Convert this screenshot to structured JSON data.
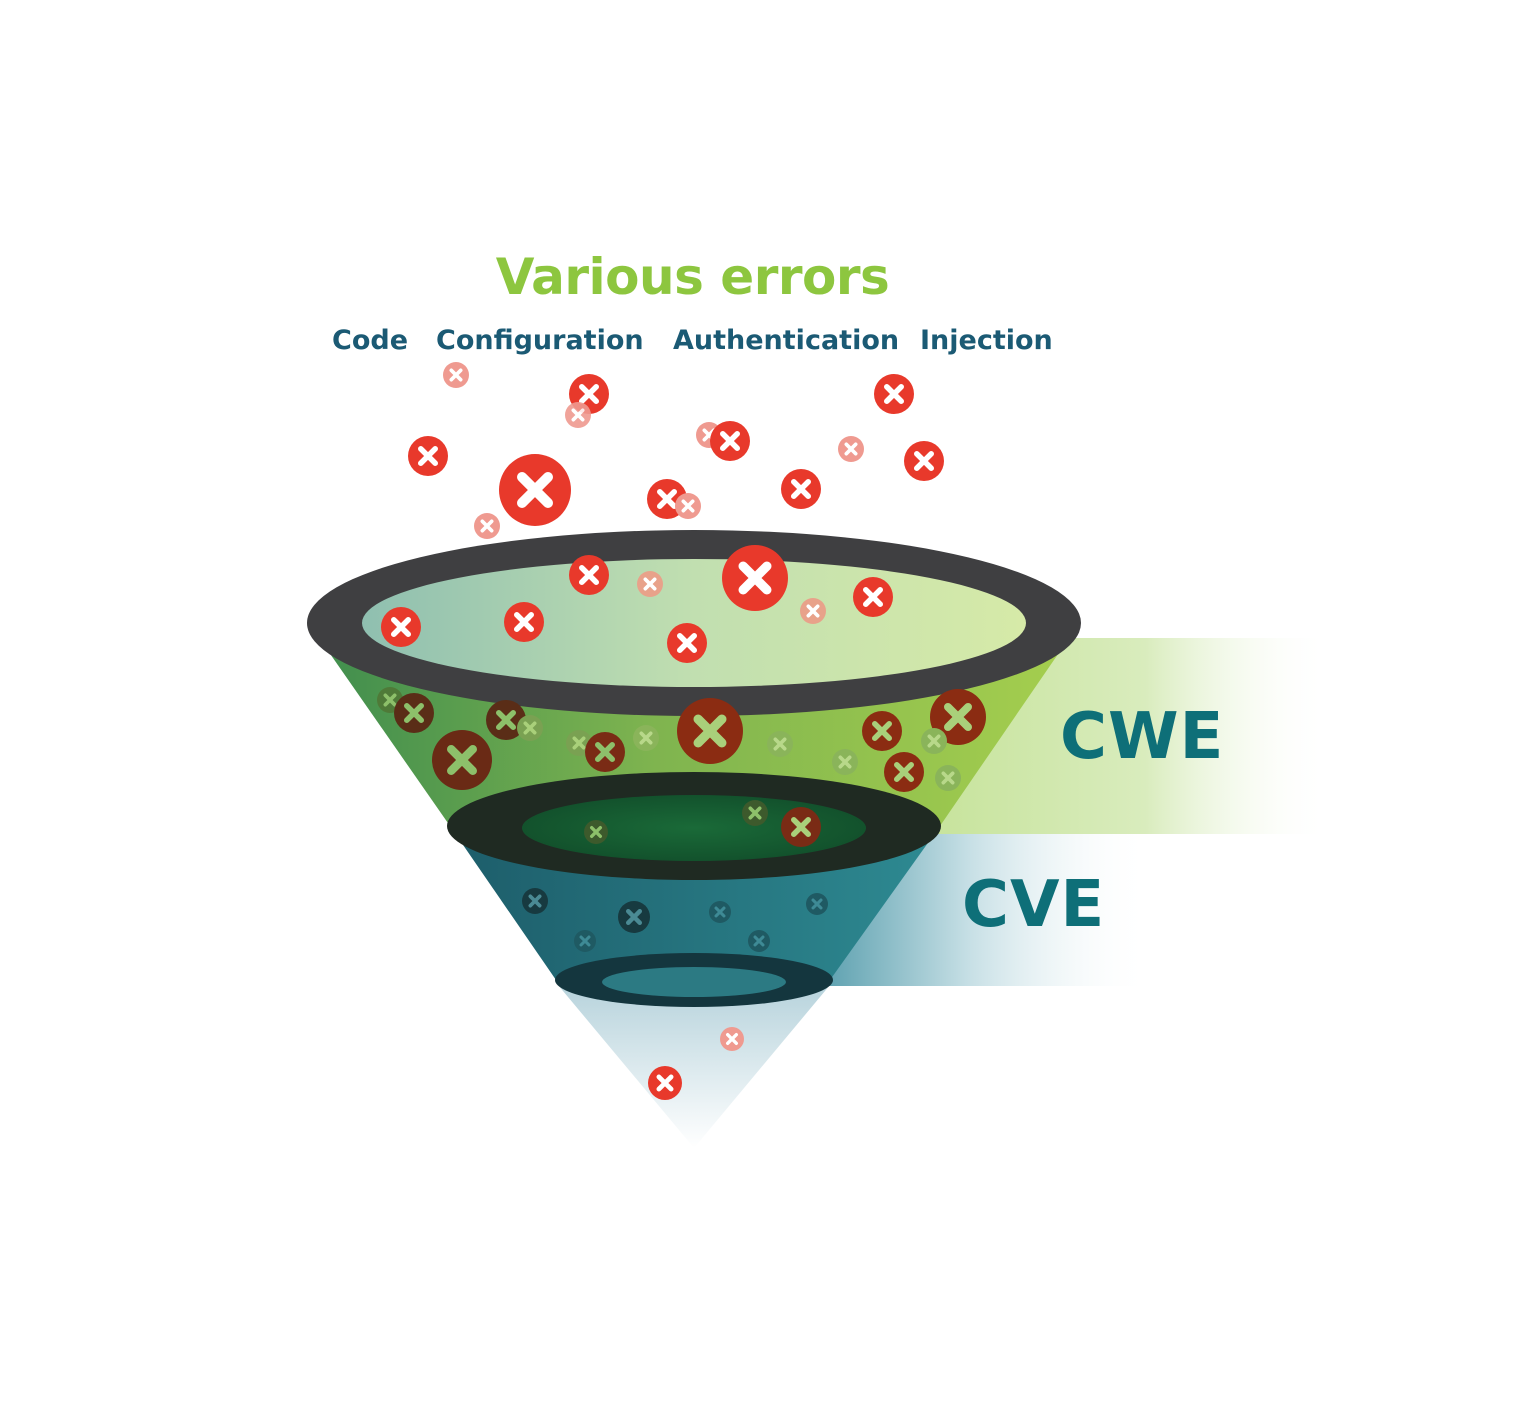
{
  "title": "Various errors",
  "categories": [
    "Code",
    "Configuration",
    "Authentication",
    "Injection"
  ],
  "bands": {
    "cwe": "CWE",
    "cve": "CVE"
  },
  "colors": {
    "title": "#8dc63f",
    "category": "#1b5a74",
    "band_label": "#0e6f78",
    "error_red": "#e8392b",
    "rim": "#3f3f41"
  },
  "icons": {
    "error": "error-x-icon"
  }
}
